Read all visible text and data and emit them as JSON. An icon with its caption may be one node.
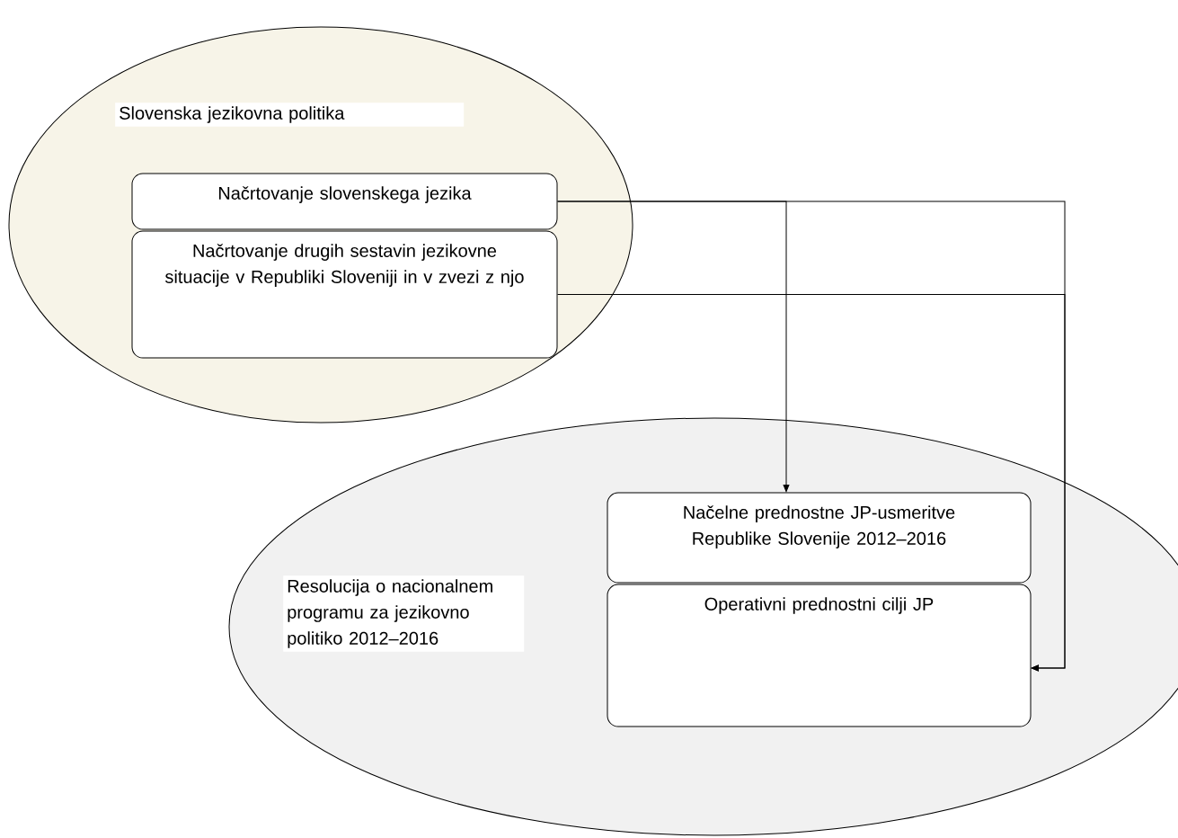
{
  "diagram": {
    "nodes": [
      {
        "text": [
          "Slovenska jezikovna politika"
        ]
      },
      {
        "text": [
          "Načrtovanje slovenskega jezika"
        ],
        "in": 0
      },
      {
        "text": [
          "Načrtovanje drugih sestavin jezikovne situacije v Republiki Sloveniji in v zvezi z njo"
        ],
        "in": 0
      },
      {
        "text": [
          "Resolucija o nacionalnem programu za jezikovno politiko 2012–2016"
        ]
      },
      {
        "text": [
          "Načelne prednostne JP-usmeritve Republike Slovenije 2012–2016"
        ],
        "in": 3
      },
      {
        "text": [
          "Operativni prednostni cilji JP"
        ],
        "in": 3
      }
    ],
    "edges": [
      {
        "from": 1,
        "to": 4,
        "arrow": "to"
      },
      {
        "from": 1,
        "to": 5,
        "arrow": "to"
      },
      {
        "from": 2,
        "to": 5,
        "arrow": "to"
      }
    ]
  }
}
